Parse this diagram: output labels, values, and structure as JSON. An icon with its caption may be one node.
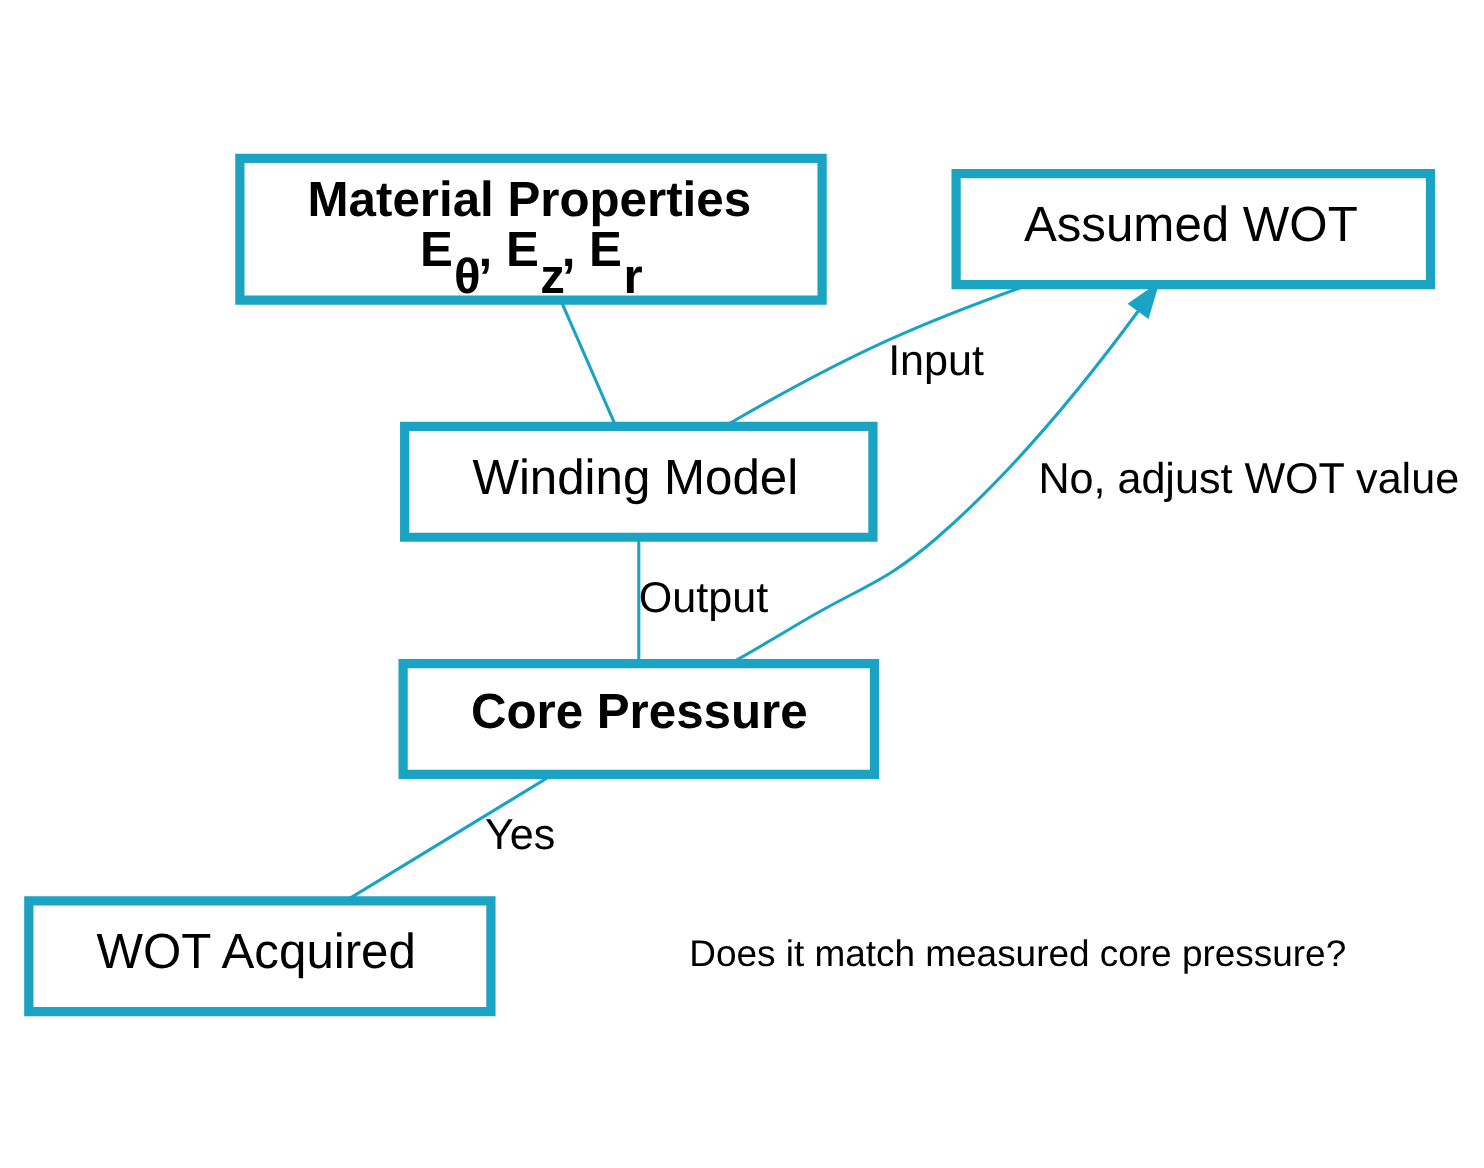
{
  "diagram": {
    "nodes": [
      {
        "text": [
          "Material Properties",
          "E$_{θ}$, E$_{z}$, E$_{r}$"
        ]
      },
      {
        "text": [
          "Assumed WOT"
        ]
      },
      {
        "text": [
          "Winding Model"
        ]
      },
      {
        "text": [
          "Core Pressure"
        ]
      },
      {
        "text": [
          "WOT Acquired"
        ]
      }
    ],
    "edges": [
      {
        "from": 0,
        "to": 2,
        "arrow": "none"
      },
      {
        "from": 1,
        "to": 2,
        "label": "Input",
        "arrow": "none"
      },
      {
        "from": 2,
        "to": 3,
        "label": "Output",
        "arrow": "none"
      },
      {
        "from": 3,
        "to": 4,
        "label": "Yes",
        "arrow": "none"
      },
      {
        "from": 3,
        "to": 1,
        "label": "No, adjust WOT value",
        "arrow": "to"
      }
    ],
    "labels": [
      "Does it match measured core pressure?"
    ]
  }
}
